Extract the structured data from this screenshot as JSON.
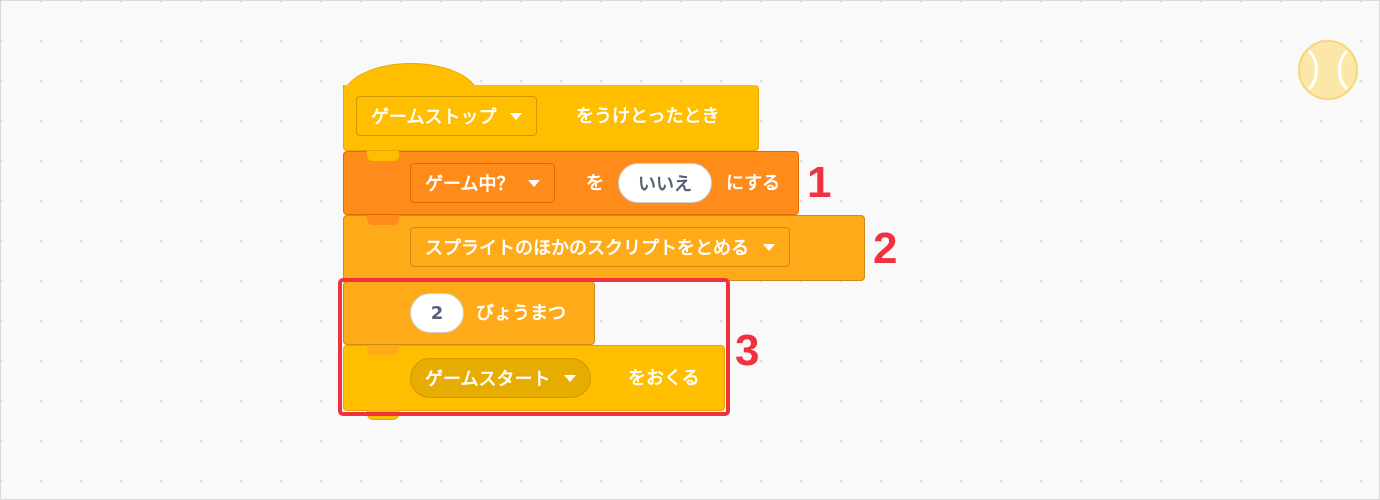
{
  "script": {
    "hat_block": {
      "message_dropdown": "ゲームストップ",
      "suffix": "をうけとったとき"
    },
    "set_variable_block": {
      "variable_dropdown": "ゲーム中？",
      "connector": "を",
      "value": "いいえ",
      "suffix": "にする"
    },
    "stop_block": {
      "option_dropdown": "スプライトのほかのスクリプトをとめる"
    },
    "wait_block": {
      "seconds": "2",
      "suffix": "びょうまつ"
    },
    "broadcast_block": {
      "message_dropdown": "ゲームスタート",
      "suffix": "をおくる"
    }
  },
  "annotations": {
    "callout_1": "1",
    "callout_2": "2",
    "callout_3": "3"
  },
  "icons": {
    "sprite": "baseball-icon",
    "dropdown": "caret-down-icon"
  },
  "colors": {
    "events": "#ffbf00",
    "variables": "#ff8c1a",
    "control": "#ffab19",
    "highlight": "#f0313e"
  }
}
